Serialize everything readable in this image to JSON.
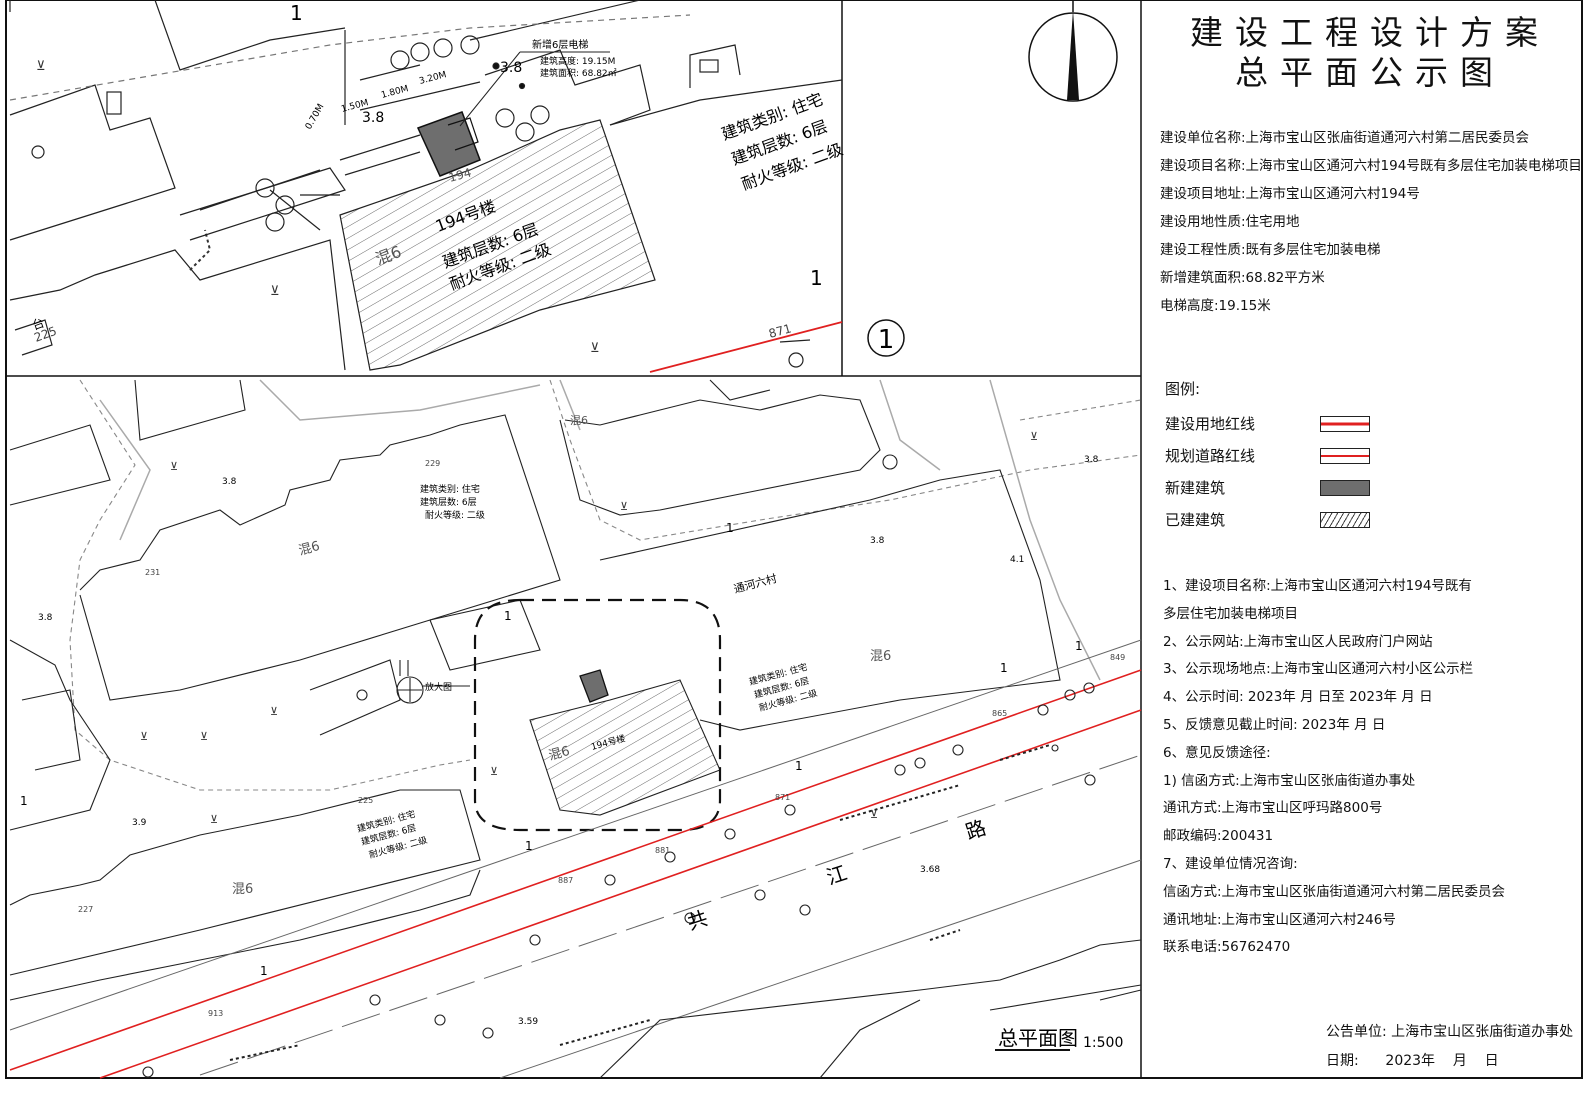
{
  "title": {
    "line1": "建设工程设计方案",
    "line2": "总平面公示图"
  },
  "info": [
    "建设单位名称:上海市宝山区张庙街道通河六村第二居民委员会",
    "建设项目名称:上海市宝山区通河六村194号既有多层住宅加装电梯项目",
    "建设项目地址:上海市宝山区通河六村194号",
    "建设用地性质:住宅用地",
    "建设工程性质:既有多层住宅加装电梯",
    "新增建筑面积:68.82平方米",
    "电梯高度:19.15米"
  ],
  "legend": {
    "heading": "图例:",
    "items": [
      {
        "label": "建设用地红线",
        "color": "#e02020"
      },
      {
        "label": "规划道路红线",
        "color": "#e02020"
      },
      {
        "label": "新建建筑",
        "color": "#6e6e6e"
      },
      {
        "label": "已建建筑",
        "color": "#ffffff"
      }
    ]
  },
  "notes": [
    "1、建设项目名称:上海市宝山区通河六村194号既有",
    "多层住宅加装电梯项目",
    "2、公示网站:上海市宝山区人民政府门户网站",
    "3、公示现场地点:上海市宝山区通河六村小区公示栏",
    "4、公示时间: 2023年 月 日至 2023年 月 日",
    "5、反馈意见截止时间: 2023年 月 日",
    "6、意见反馈途径:",
    "1) 信函方式:上海市宝山区张庙街道办事处",
    "通讯方式:上海市宝山区呼玛路800号",
    "邮政编码:200431",
    "7、建设单位情况咨询:",
    "信函方式:上海市宝山区张庙街道通河六村第二居民委员会",
    "通讯地址:上海市宝山区通河六村246号",
    "联系电话:56762470"
  ],
  "footer": {
    "publisher": "公告单位: 上海市宝山区张庙街道办事处",
    "date": "日期:      2023年    月    日"
  },
  "detail_map": {
    "new_elevator": "新增6层电梯",
    "height": "建筑高度: 19.15M",
    "area": "建筑面积: 68.82㎡",
    "building_label": "194号楼",
    "floors": "建筑层数: 6层",
    "fire": "耐火等级: 二级",
    "mix": "混6",
    "type": "建筑类别: 住宅",
    "floors2": "建筑层数: 6层",
    "fire2": "耐火等级: 二级",
    "num_194": "194",
    "num_225": "225",
    "num_871": "871",
    "num_1a": "1",
    "num_1b": "1",
    "elev_38a": "3.8",
    "elev_38b": "3.8",
    "detail_mark": "1",
    "dim_180": "1.80M",
    "dim_320": "3.20M",
    "dim_150": "1.50M",
    "dim_070": "0.70M",
    "mark_tai": "台"
  },
  "site_map": {
    "mix1": "混6",
    "mix2": "混6",
    "mix3": "混6",
    "mix4": "混6",
    "mix5": "混6",
    "road": "共 江 路",
    "village": "通河六村",
    "enlarge": "放大图",
    "scale_title": "总平面图",
    "scale": "1:500",
    "b1_type": "建筑类别: 住宅",
    "b1_floors": "建筑层数: 6层",
    "b1_fire": "耐火等级: 二级",
    "b2_type": "建筑类别: 住宅",
    "b2_floors": "建筑层数: 6层",
    "b2_fire": "耐火等级: 二级",
    "b3_type": "建筑类别: 住宅",
    "b3_floors": "建筑层数: 6层",
    "b3_fire": "耐火等级: 二级",
    "b4_label": "194号楼",
    "e38a": "3.8",
    "e38b": "3.8",
    "e38c": "3.8",
    "e38d": "3.8",
    "e41": "4.1",
    "e39": "3.9",
    "e368": "3.68",
    "e359": "3.59",
    "n229": "229",
    "n231": "231",
    "n225": "225",
    "n227": "227",
    "n871": "871",
    "n881": "881",
    "n887": "887",
    "n913": "913",
    "n865": "865",
    "n849": "849",
    "n1a": "1",
    "n1b": "1",
    "n1c": "1",
    "n1d": "1",
    "n1e": "1",
    "n1f": "1",
    "n1g": "1",
    "n1h": "1"
  }
}
